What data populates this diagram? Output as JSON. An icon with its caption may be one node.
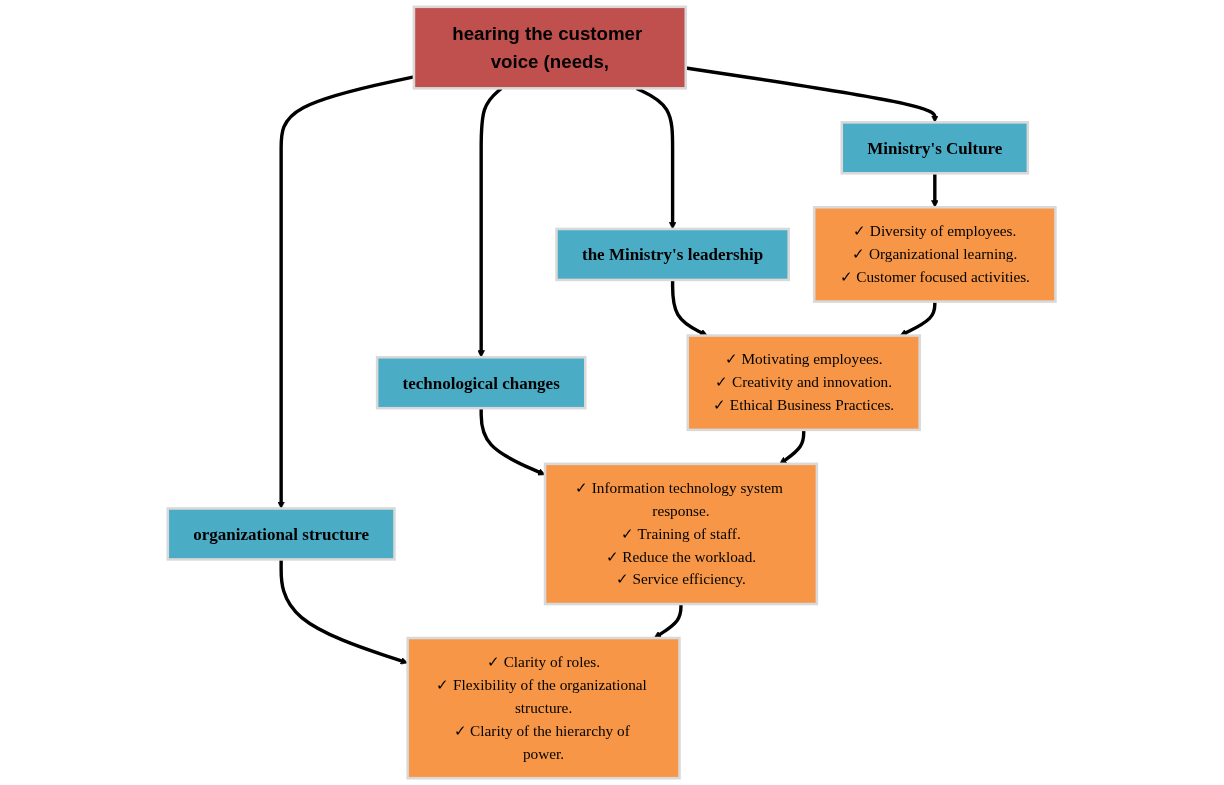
{
  "diagram": {
    "nodes": [
      {
        "text": [
          "hearing the customer voice (needs,"
        ]
      },
      {
        "text": [
          "organizational structure"
        ]
      },
      {
        "text": [
          "technological changes"
        ]
      },
      {
        "text": [
          "the Ministry's leadership"
        ]
      },
      {
        "text": [
          "Ministry's Culture"
        ]
      },
      {
        "text": [
          "✓ Clarity of roles.",
          "✓ Flexibility of the organizational structure.",
          "✓ Clarity of the hierarchy of power."
        ]
      },
      {
        "text": [
          "✓ Information technology system response.",
          "✓ Training of staff.",
          "✓ Reduce the workload.",
          "✓ Service efficiency."
        ]
      },
      {
        "text": [
          "✓ Motivating employees.",
          "✓ Creativity and innovation.",
          "✓ Ethical Business Practices."
        ]
      },
      {
        "text": [
          "✓ Diversity of employees.",
          "✓ Organizational learning.",
          "✓ Customer focused activities."
        ]
      }
    ],
    "edges": [
      {
        "from": 0,
        "to": 1,
        "arrow": "to"
      },
      {
        "from": 0,
        "to": 2,
        "arrow": "to"
      },
      {
        "from": 0,
        "to": 3,
        "arrow": "to"
      },
      {
        "from": 0,
        "to": 4,
        "arrow": "to"
      },
      {
        "from": 1,
        "to": 5,
        "arrow": "to"
      },
      {
        "from": 2,
        "to": 6,
        "arrow": "to"
      },
      {
        "from": 3,
        "to": 7,
        "arrow": "to"
      },
      {
        "from": 4,
        "to": 8,
        "arrow": "to"
      },
      {
        "from": 8,
        "to": 7,
        "arrow": "to"
      },
      {
        "from": 7,
        "to": 6,
        "arrow": "to"
      },
      {
        "from": 6,
        "to": 5,
        "arrow": "to"
      }
    ]
  }
}
